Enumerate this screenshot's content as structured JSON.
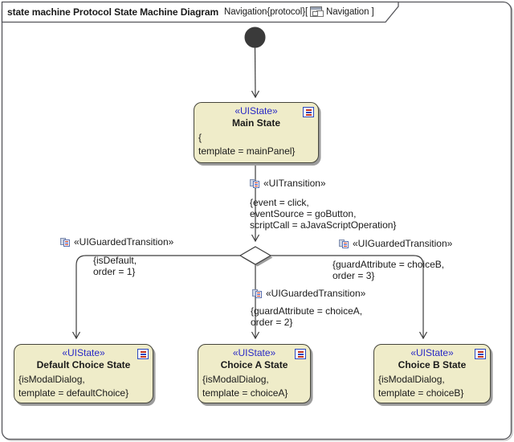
{
  "frame": {
    "title_bold": "state machine Protocol State Machine Diagram",
    "title_context": "Navigation{protocol}[",
    "title_link": "Navigation ]",
    "title_icon": "diagram-icon"
  },
  "colors": {
    "state_fill": "#efecc9",
    "state_border": "#45453b",
    "stereotype_blue": "#2929c6",
    "line": "#3d3d3d",
    "shadow": "#9c9c9c",
    "frame_border": "#55555a",
    "initial_node": "#3a3a3a"
  },
  "states": {
    "main": {
      "stereotype": "«UIState»",
      "name": "Main State",
      "props": [
        "{",
        "template = mainPanel}"
      ]
    },
    "default_choice": {
      "stereotype": "«UIState»",
      "name": "Default Choice State",
      "props": [
        "{isModalDialog,",
        "template = defaultChoice}"
      ]
    },
    "choice_a": {
      "stereotype": "«UIState»",
      "name": "Choice A State",
      "props": [
        "{isModalDialog,",
        "template = choiceA}"
      ]
    },
    "choice_b": {
      "stereotype": "«UIState»",
      "name": "Choice B State",
      "props": [
        "{isModalDialog,",
        "template = choiceB}"
      ]
    }
  },
  "transitions": {
    "main_to_choice": {
      "stereotype": "«UITransition»",
      "props": [
        "{event = click,",
        "eventSource = goButton,",
        "scriptCall = aJavaScriptOperation}"
      ]
    },
    "guard_default": {
      "stereotype": "«UIGuardedTransition»",
      "props": [
        "{isDefault,",
        "order = 1}"
      ]
    },
    "guard_choice_a": {
      "stereotype": "«UIGuardedTransition»",
      "props": [
        "{guardAttribute = choiceA,",
        "order = 2}"
      ]
    },
    "guard_choice_b": {
      "stereotype": "«UIGuardedTransition»",
      "props": [
        "{guardAttribute = choiceB,",
        "order = 3}"
      ]
    }
  }
}
